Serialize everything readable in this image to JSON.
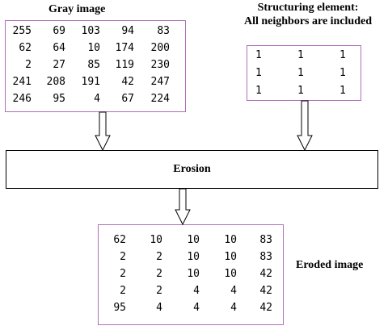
{
  "gray_image": {
    "label": "Gray image",
    "rows": [
      [
        "255",
        "69",
        "103",
        "94",
        "83"
      ],
      [
        "62",
        "64",
        "10",
        "174",
        "200"
      ],
      [
        "2",
        "27",
        "85",
        "119",
        "230"
      ],
      [
        "241",
        "208",
        "191",
        "42",
        "247"
      ],
      [
        "246",
        "95",
        "4",
        "67",
        "224"
      ]
    ]
  },
  "structuring_element": {
    "label_line1": "Structuring element:",
    "label_line2": "All neighbors are included",
    "rows": [
      [
        "1",
        "1",
        "1"
      ],
      [
        "1",
        "1",
        "1"
      ],
      [
        "1",
        "1",
        "1"
      ]
    ]
  },
  "process": {
    "label": "Erosion"
  },
  "eroded_image": {
    "label": "Eroded image",
    "rows": [
      [
        "62",
        "10",
        "10",
        "10",
        "83"
      ],
      [
        "2",
        "2",
        "10",
        "10",
        "83"
      ],
      [
        "2",
        "2",
        "10",
        "10",
        "42"
      ],
      [
        "2",
        "2",
        "4",
        "4",
        "42"
      ],
      [
        "95",
        "4",
        "4",
        "4",
        "42"
      ]
    ]
  },
  "colors": {
    "matrix_border": "#b070b8",
    "lines": "#000000"
  }
}
